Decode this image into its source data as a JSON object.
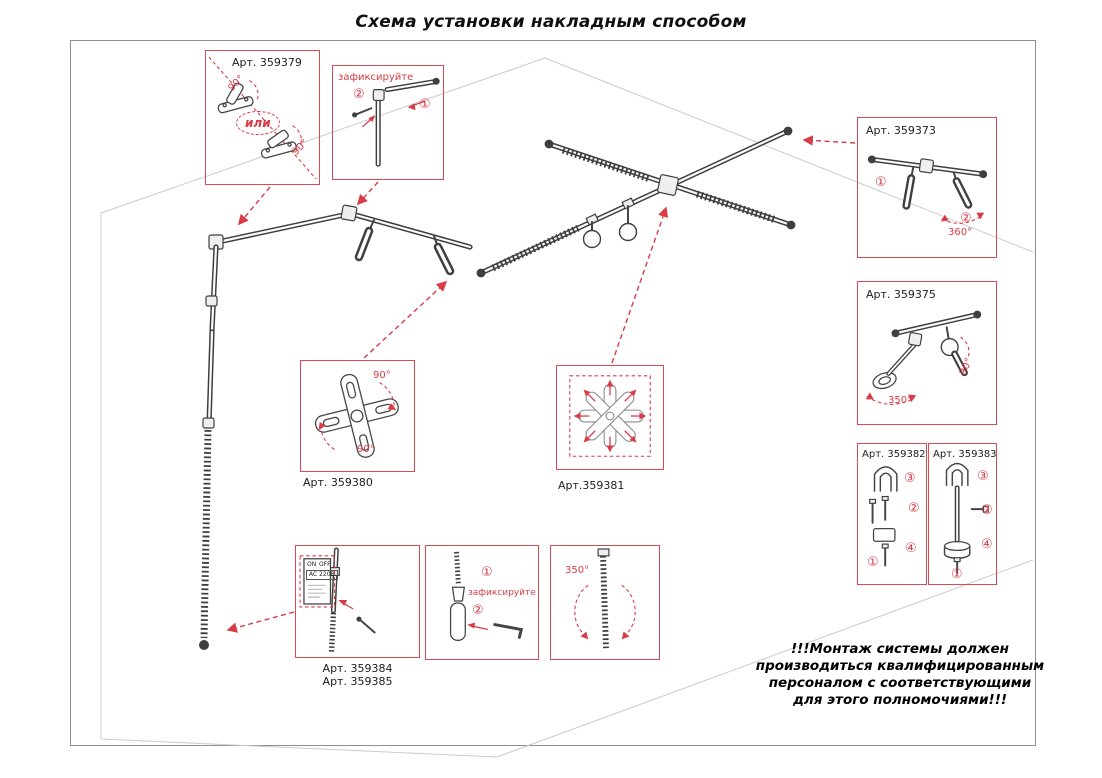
{
  "title": "Схема установки накладным способом",
  "colors": {
    "accent_red": "#d93b47",
    "line_dark": "#3f3f3f"
  },
  "callouts": {
    "art359379": {
      "label": "Арт. 359379",
      "or": "или",
      "angle_top": "90°",
      "angle_bottom": "90°"
    },
    "fix_top": {
      "label": "зафиксируйте",
      "step1": "①",
      "step2": "②"
    },
    "art359373": {
      "label": "Арт. 359373",
      "step1": "①",
      "step2": "②",
      "angle": "360°"
    },
    "art359375": {
      "label": "Арт. 359375",
      "angle_joint": "90°",
      "angle": "350°"
    },
    "art359382": {
      "label": "Арт. 359382",
      "step1": "①",
      "step2": "②",
      "step3": "③",
      "step4": "④"
    },
    "art359383": {
      "label": "Арт. 359383",
      "step1": "①",
      "step2": "②",
      "step3": "③",
      "step4": "④"
    },
    "art359380": {
      "label": "Арт. 359380",
      "angle_top": "90°",
      "angle_bottom": "90°"
    },
    "art359381": {
      "label": "Арт.359381"
    },
    "art359384": {
      "label1": "Арт. 359384",
      "label2": "Арт. 359385",
      "switch_on": "ON",
      "switch_off": "OFF",
      "ac": "AC 220В"
    },
    "fix_bottom": {
      "label": "зафиксируйте",
      "step1": "①",
      "step2": "②"
    },
    "rot350": {
      "angle": "350°"
    }
  },
  "warning": {
    "line1": "!!!Монтаж системы должен",
    "line2": "производиться квалифицированным",
    "line3": "персоналом с соответствующими",
    "line4": "для этого полномочиями!!!"
  }
}
